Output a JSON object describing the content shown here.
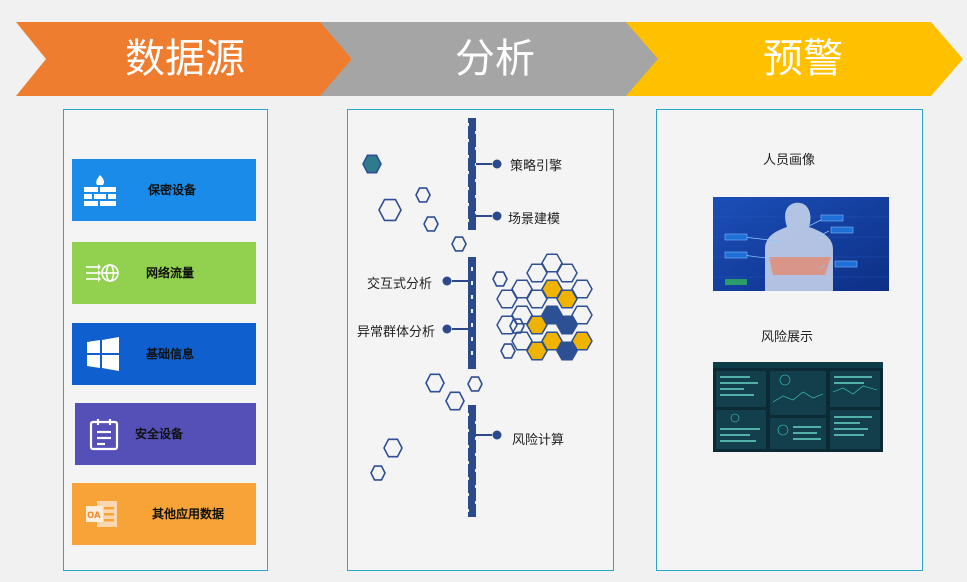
{
  "stages": {
    "source": "数据源",
    "analysis": "分析",
    "warning": "预警"
  },
  "colors": {
    "source": "#ee7d30",
    "analysis": "#a5a5a5",
    "warning": "#ffc000",
    "panel_border": "#2ba5c9",
    "spine": "#2a4a8c",
    "hex_outline": "#2d4f93",
    "hex_gold": "#f0b400",
    "hex_teal": "#2f7a8c"
  },
  "sources": [
    {
      "label": "保密设备",
      "color": "#1a8be8",
      "icon": "firewall-icon"
    },
    {
      "label": "网络流量",
      "color": "#92d050",
      "icon": "network-globe-icon"
    },
    {
      "label": "基础信息",
      "color": "#0f5fcf",
      "icon": "windows-logo-icon"
    },
    {
      "label": "安全设备",
      "color": "#5450b8",
      "icon": "clipboard-icon"
    },
    {
      "label": "其他应用数据",
      "color": "#f7a337",
      "icon": "oa-document-icon"
    }
  ],
  "analysis": {
    "items": [
      {
        "label": "策略引擎"
      },
      {
        "label": "场景建模"
      },
      {
        "label": "交互式分析"
      },
      {
        "label": "异常群体分析"
      },
      {
        "label": "风险计算"
      }
    ]
  },
  "warning": {
    "items": [
      {
        "label": "人员画像"
      },
      {
        "label": "风险展示"
      }
    ]
  }
}
